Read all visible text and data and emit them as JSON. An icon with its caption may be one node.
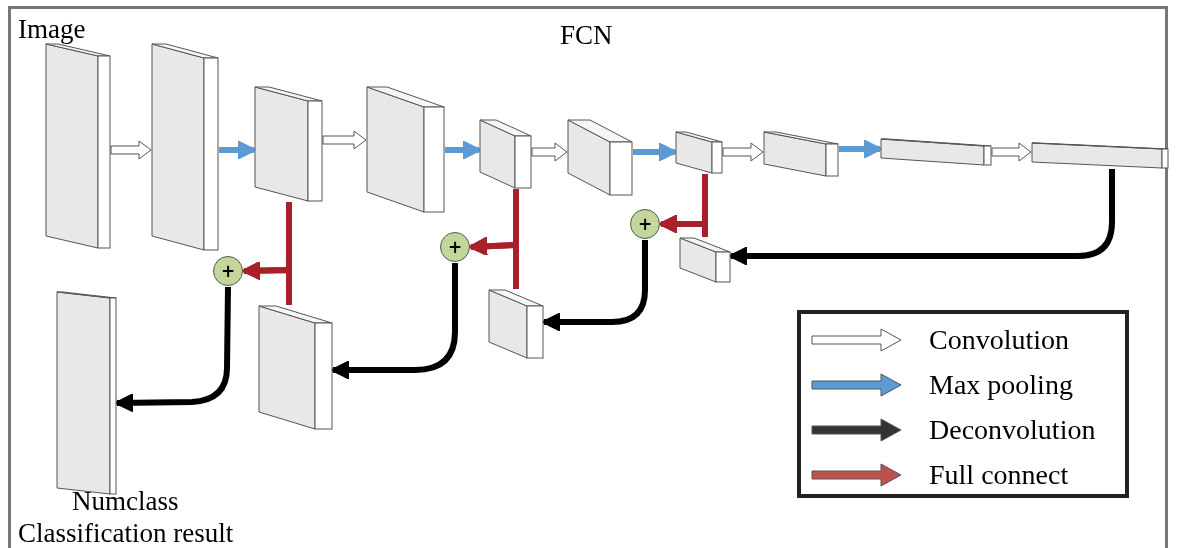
{
  "diagram": {
    "title": "FCN",
    "nodes": [
      {
        "text": [],
        "shape": "box",
        "beside": [
          "Image"
        ]
      },
      {
        "text": [],
        "shape": "box"
      },
      {
        "text": [],
        "shape": "box"
      },
      {
        "text": [],
        "shape": "box"
      },
      {
        "text": [],
        "shape": "box"
      },
      {
        "text": [],
        "shape": "box"
      },
      {
        "text": [],
        "shape": "box"
      },
      {
        "text": [],
        "shape": "box"
      },
      {
        "text": [],
        "shape": "box"
      },
      {
        "text": [],
        "shape": "box"
      },
      {
        "text": [
          "+"
        ]
      },
      {
        "text": [],
        "shape": "box"
      },
      {
        "text": [
          "+"
        ]
      },
      {
        "text": [],
        "shape": "box"
      },
      {
        "text": [
          "+"
        ]
      },
      {
        "text": [],
        "shape": "box"
      },
      {
        "text": [],
        "shape": "box",
        "beside": [
          "Numclass",
          "Classification result"
        ]
      }
    ],
    "edges": [
      {
        "from": 0,
        "to": 1,
        "arrow": "to",
        "color": "#ffffff"
      },
      {
        "from": 1,
        "to": 2,
        "arrow": "to",
        "color": "#5b9bd5"
      },
      {
        "from": 2,
        "to": 3,
        "arrow": "to",
        "color": "#ffffff"
      },
      {
        "from": 3,
        "to": 4,
        "arrow": "to",
        "color": "#5b9bd5"
      },
      {
        "from": 4,
        "to": 5,
        "arrow": "to",
        "color": "#ffffff"
      },
      {
        "from": 5,
        "to": 6,
        "arrow": "to",
        "color": "#5b9bd5"
      },
      {
        "from": 6,
        "to": 7,
        "arrow": "to",
        "color": "#ffffff"
      },
      {
        "from": 7,
        "to": 8,
        "arrow": "to",
        "color": "#5b9bd5"
      },
      {
        "from": 8,
        "to": 9,
        "arrow": "to",
        "color": "#ffffff"
      },
      {
        "from": 9,
        "to": 11,
        "arrow": "to",
        "color": "#000000"
      },
      {
        "from": 6,
        "to": 10,
        "arrow": "to",
        "color": "#a8202a"
      },
      {
        "from": 11,
        "to": 10,
        "arrow": "to",
        "color": "#a8202a"
      },
      {
        "from": 10,
        "to": 13,
        "arrow": "to",
        "color": "#000000"
      },
      {
        "from": 4,
        "to": 12,
        "arrow": "to",
        "color": "#a8202a"
      },
      {
        "from": 13,
        "to": 12,
        "arrow": "to",
        "color": "#a8202a"
      },
      {
        "from": 12,
        "to": 15,
        "arrow": "to",
        "color": "#000000"
      },
      {
        "from": 2,
        "to": 14,
        "arrow": "to",
        "color": "#a8202a"
      },
      {
        "from": 15,
        "to": 14,
        "arrow": "to",
        "color": "#a8202a"
      },
      {
        "from": 14,
        "to": 16,
        "arrow": "to",
        "color": "#000000"
      }
    ],
    "legend": [
      {
        "text": "Convolution",
        "color": "#ffffff"
      },
      {
        "text": "Max pooling",
        "color": "#5b9bd5"
      },
      {
        "text": "Deconvolution",
        "color": "#333333"
      },
      {
        "text": "Full connect",
        "color": "#c0504d"
      }
    ]
  }
}
